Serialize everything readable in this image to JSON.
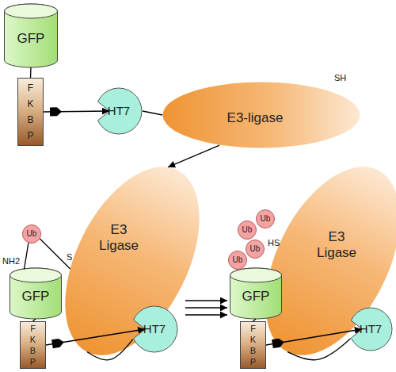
{
  "diagram": {
    "nodes": [
      {
        "text": [
          "GFP"
        ]
      },
      {
        "text": [
          "F K B P"
        ]
      },
      {
        "text": [
          "HT7"
        ]
      },
      {
        "text": [
          "E3-ligase"
        ]
      },
      {
        "text": [
          "Ub"
        ]
      },
      {
        "text": [
          "GFP"
        ]
      },
      {
        "text": [
          "F K B P"
        ]
      },
      {
        "text": [
          "E3 Ligase"
        ]
      },
      {
        "text": [
          "HT7"
        ]
      },
      {
        "text": [
          "Ub"
        ]
      },
      {
        "text": [
          "Ub"
        ]
      },
      {
        "text": [
          "Ub"
        ]
      },
      {
        "text": [
          "Ub"
        ]
      },
      {
        "text": [
          "GFP"
        ]
      },
      {
        "text": [
          "F K B P"
        ]
      },
      {
        "text": [
          "E3 Ligase"
        ]
      },
      {
        "text": [
          "HT7"
        ]
      }
    ],
    "edges": [
      {
        "from": 0,
        "to": 1,
        "arrow": "none"
      },
      {
        "from": 1,
        "to": 2,
        "arrow": "to"
      },
      {
        "from": 2,
        "to": 3,
        "arrow": "none"
      },
      {
        "from": 3,
        "to": 7,
        "arrow": "to"
      },
      {
        "from": 4,
        "to": 5,
        "arrow": "none"
      },
      {
        "from": 4,
        "to": 7,
        "arrow": "none"
      },
      {
        "from": 5,
        "to": 6,
        "arrow": "none"
      },
      {
        "from": 6,
        "to": 8,
        "arrow": "to"
      },
      {
        "from": 8,
        "to": 7,
        "arrow": "none"
      },
      {
        "from": 13,
        "to": 14,
        "arrow": "none"
      },
      {
        "from": 14,
        "to": 16,
        "arrow": "to"
      },
      {
        "from": 16,
        "to": 15,
        "arrow": "none"
      }
    ],
    "labels": [
      "SH",
      "NH2",
      "S",
      "HS"
    ]
  }
}
